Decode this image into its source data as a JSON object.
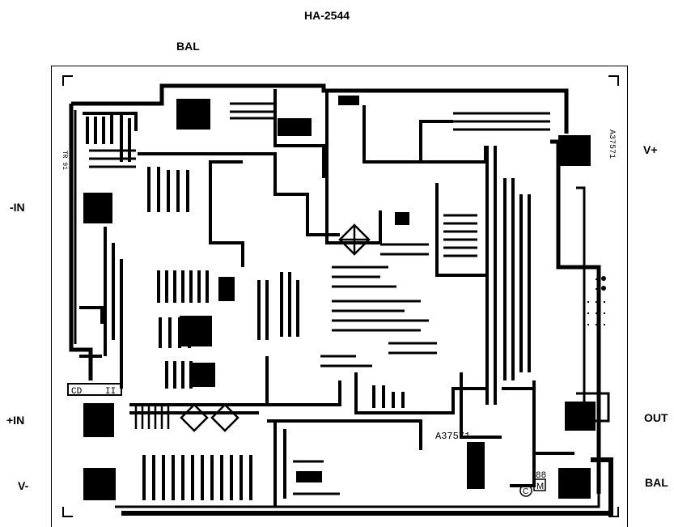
{
  "title": "HA-2544",
  "pins": {
    "bal_top": "BAL",
    "v_plus": "V+",
    "minus_in": "-IN",
    "plus_in": "+IN",
    "v_minus": "V-",
    "out": "OUT",
    "bal_bottom": "BAL"
  },
  "die_marks": {
    "part_number": "A37571",
    "side_code": "A37571",
    "cd": "CD",
    "cd_mark": "II",
    "left_code": "TR 91",
    "rev": "88",
    "m": "M",
    "c": "C"
  },
  "colors": {
    "ink": "#000000",
    "paper": "#ffffff"
  }
}
